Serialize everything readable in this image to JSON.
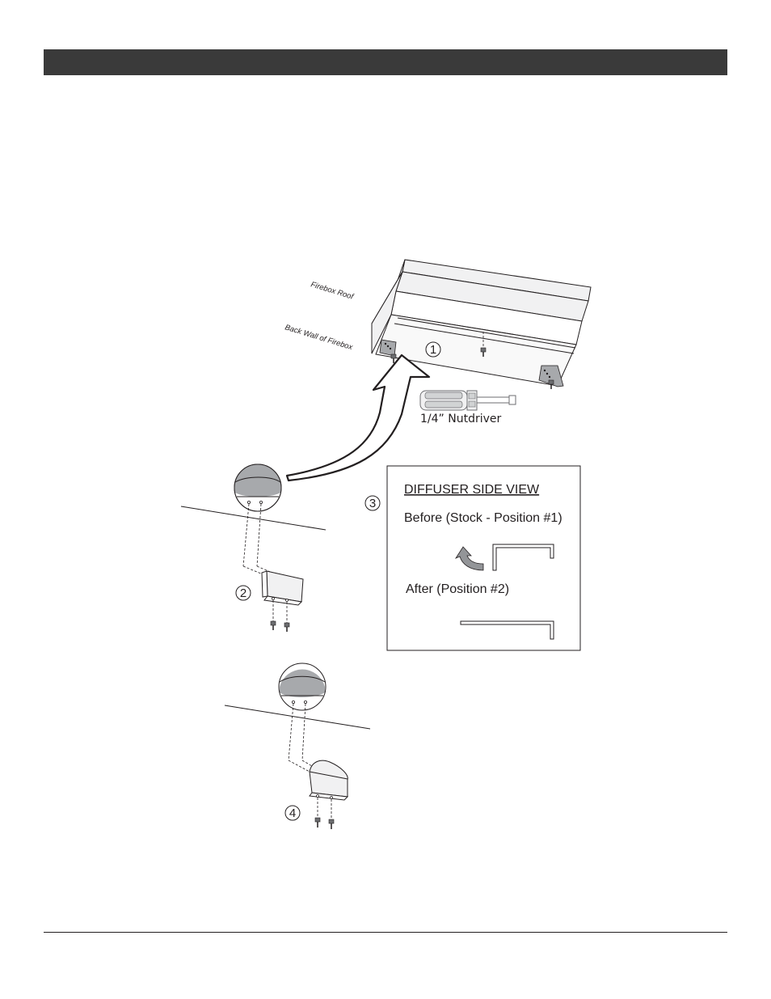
{
  "labels": {
    "firebox_roof": "Firebox Roof",
    "back_wall": "Back Wall of Firebox",
    "tool": "1/4” Nutdriver",
    "side_view_title": "DIFFUSER SIDE VIEW",
    "before": "Before (Stock - Position #1)",
    "after": "After (Position #2)"
  },
  "steps": [
    "1",
    "2",
    "3",
    "4"
  ],
  "colors": {
    "header_bar": "#3a3a3a",
    "ink": "#231f20",
    "fill_gray": "#a7a9ac",
    "fill_light": "#f1f1f2",
    "arrow_gray": "#939598"
  }
}
